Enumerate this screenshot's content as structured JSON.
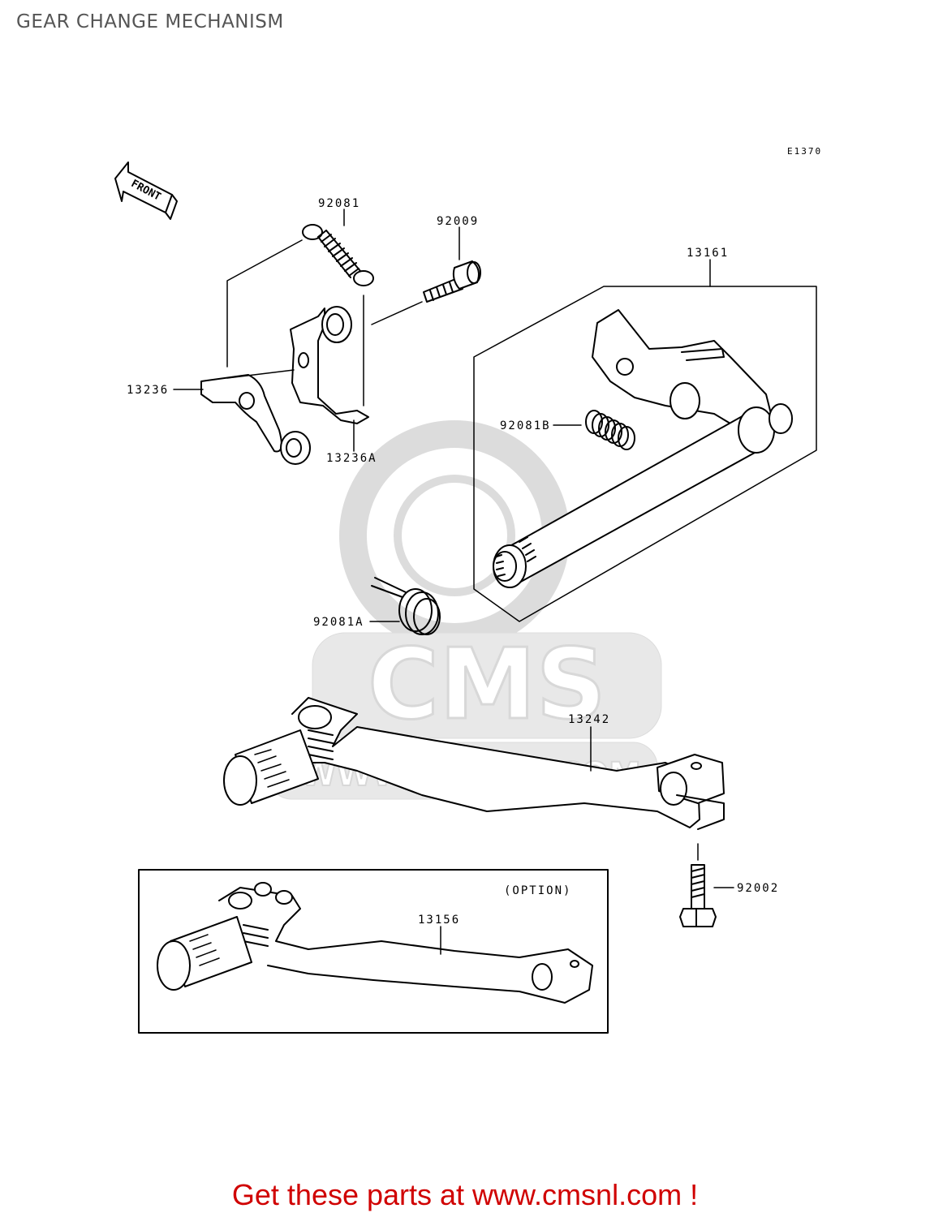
{
  "page": {
    "title": "GEAR CHANGE MECHANISM"
  },
  "diagram": {
    "code": "E1370",
    "front_arrow_label": "FRONT",
    "option_label": "(OPTION)",
    "parts": [
      {
        "id": "p92081",
        "number": "92081",
        "name": "spring"
      },
      {
        "id": "p92009",
        "number": "92009",
        "name": "screw"
      },
      {
        "id": "p13161",
        "number": "13161",
        "name": "shift-shaft"
      },
      {
        "id": "p13236",
        "number": "13236",
        "name": "lever"
      },
      {
        "id": "p92081B",
        "number": "92081B",
        "name": "spring"
      },
      {
        "id": "p13236A",
        "number": "13236A",
        "name": "lever"
      },
      {
        "id": "p92081A",
        "number": "92081A",
        "name": "spring"
      },
      {
        "id": "p13242",
        "number": "13242",
        "name": "shift-pedal"
      },
      {
        "id": "p92002",
        "number": "92002",
        "name": "bolt"
      },
      {
        "id": "p13156",
        "number": "13156",
        "name": "shift-pedal-option"
      }
    ]
  },
  "watermark": {
    "logo_text": "CMS",
    "url_text": "WWW.CMSNL.COM"
  },
  "footer": {
    "promo_text": "Get these parts at www.cmsnl.com !"
  },
  "colors": {
    "line": "#000000",
    "promo": "#d00000",
    "title": "#555555",
    "watermark": "#e6e6e6"
  }
}
